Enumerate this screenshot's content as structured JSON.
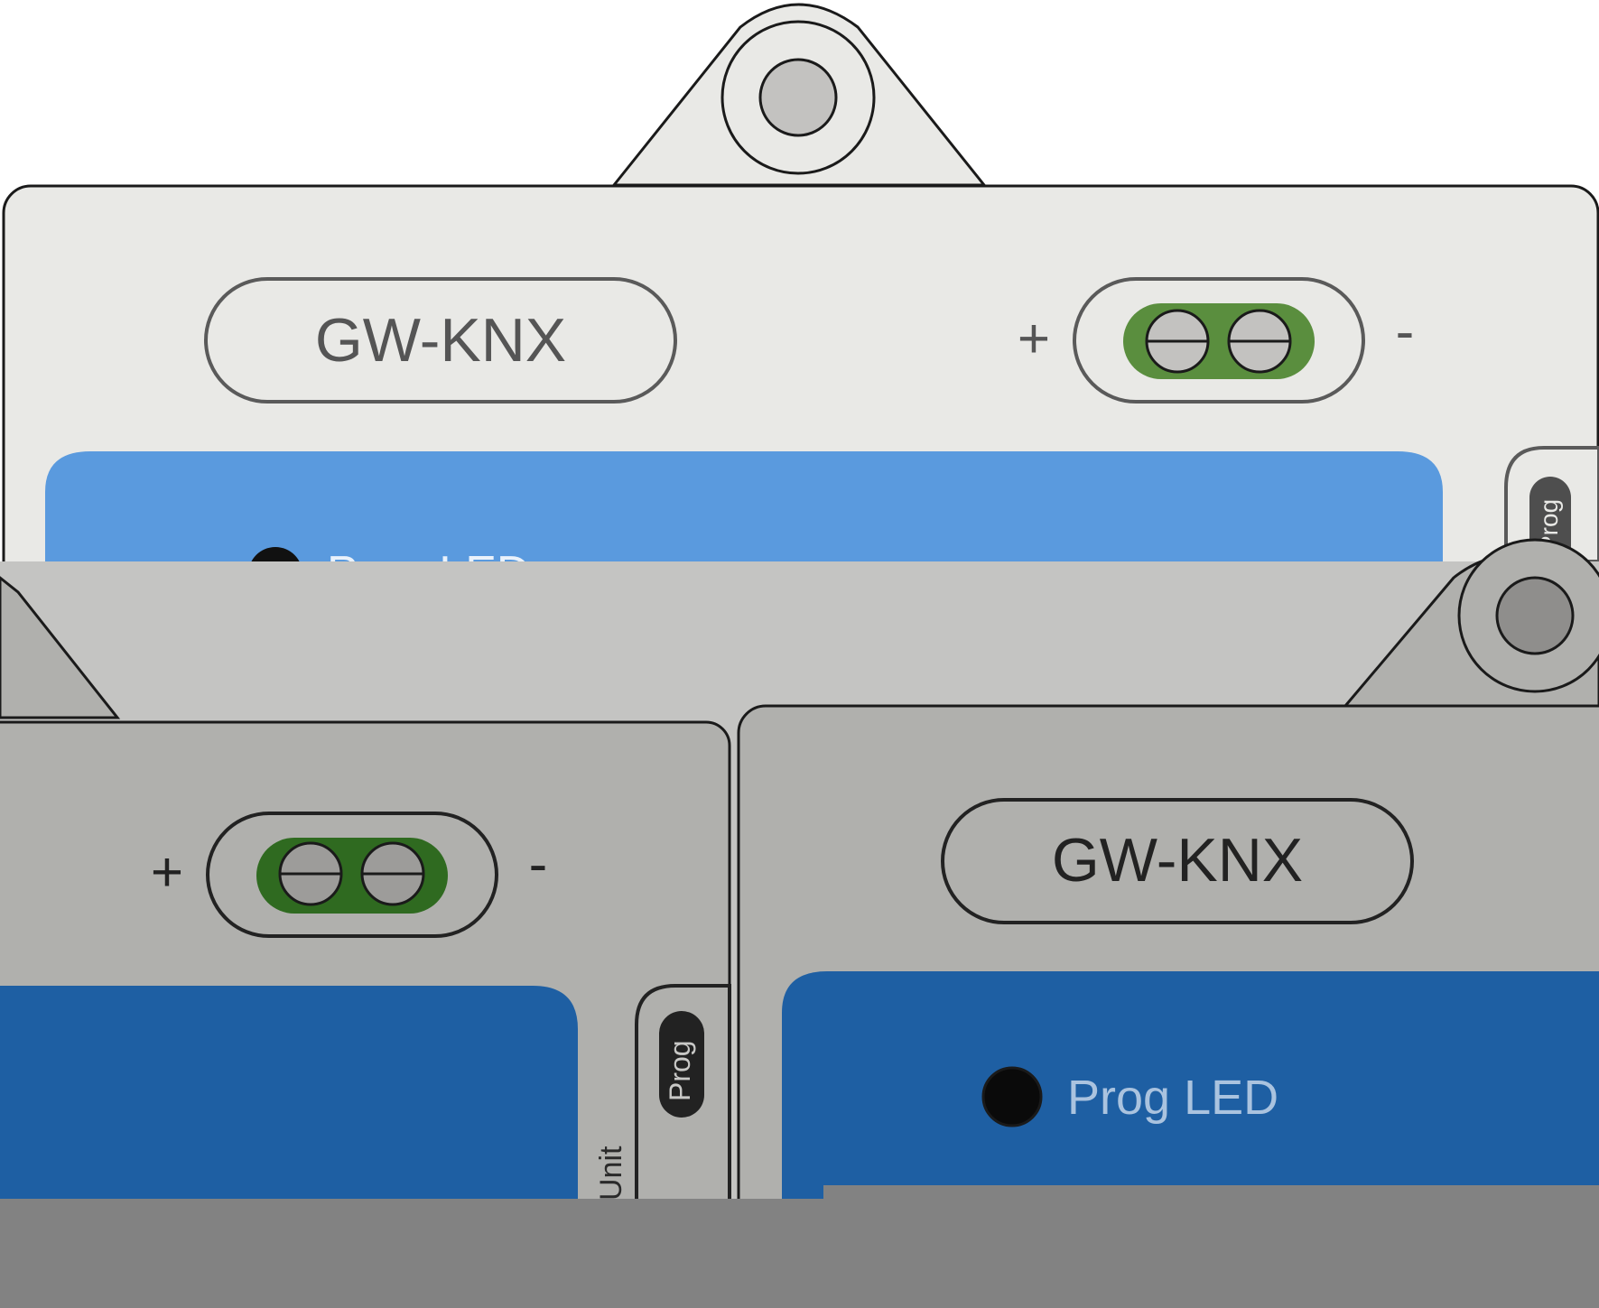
{
  "device_top": {
    "model_label": "GW-KNX",
    "terminal_plus": "+",
    "terminal_minus": "-",
    "prog_button_label": "Prog",
    "prog_led_label": "Prog LED"
  },
  "device_bottom_left": {
    "terminal_plus": "+",
    "terminal_minus": "-",
    "prog_button_label": "Prog",
    "side_label": "Unit"
  },
  "device_bottom_right": {
    "model_label": "GW-KNX",
    "prog_led_label": "Prog LED"
  },
  "colors": {
    "panel_light": "#e9e9e6",
    "panel_dim": "#b0b0ad",
    "blue_light": "#5a9ade",
    "blue_dark": "#1e5fa3",
    "terminal_green_light": "#5a8e3e",
    "terminal_green_dark": "#2f6a20",
    "bottom_bar": "#828282"
  }
}
